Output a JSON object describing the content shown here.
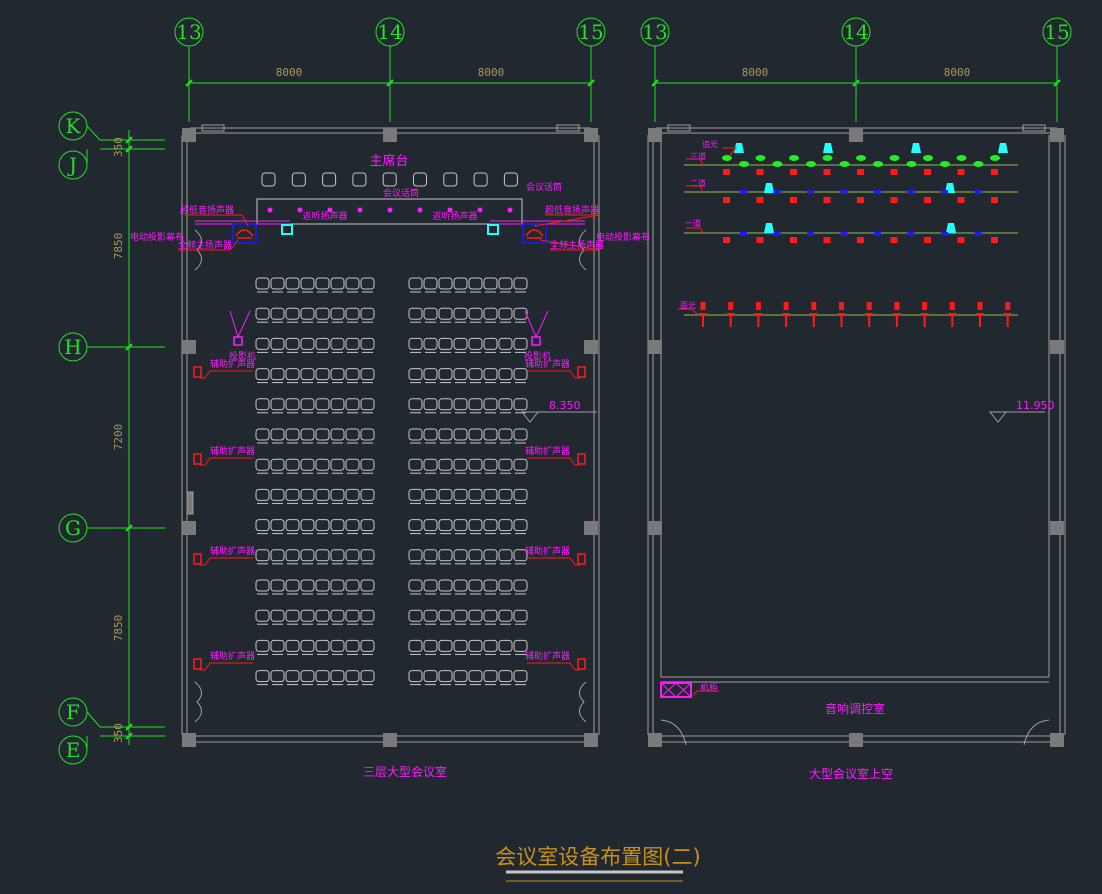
{
  "title": "会议室设备布置图(二)",
  "colors": {
    "background": "#212830",
    "axis": "#22e022",
    "dimension": "#a89a5a",
    "wall": "#a0a0a0",
    "column": "#7a7a7a",
    "annotation": "#ff1aff",
    "speaker": "#ff1a1a",
    "light_green": "#22ee22",
    "light_blue": "#1a1aff",
    "light_cyan": "#22ffff",
    "truss": "#6e8a40",
    "title": "#c8901c"
  },
  "axes": {
    "vertical_left": [
      "13",
      "14",
      "15"
    ],
    "vertical_right": [
      "13",
      "14",
      "15"
    ],
    "horizontal": [
      "K",
      "J",
      "H",
      "G",
      "F",
      "E"
    ]
  },
  "dimensions": {
    "horizontal_left": [
      "8000",
      "8000"
    ],
    "horizontal_right": [
      "8000",
      "8000"
    ],
    "vertical": [
      "350",
      "7850",
      "7200",
      "7850",
      "350"
    ]
  },
  "left_plan": {
    "name": "三层大型会议室",
    "stage_label": "主席台",
    "stage_chairs": 9,
    "seat_rows": 14,
    "seats_per_block": 8,
    "elevation": "8.350",
    "labels": {
      "side_fill_left": "超低音扬声器",
      "side_fill_right": "超低音扬声器",
      "main_speaker_left": "全频主扬声器",
      "main_speaker_right": "全频主扬声器",
      "screen_left": "电动投影幕布",
      "screen_right": "电动投影幕布",
      "monitor_left": "返听扬声器",
      "monitor_right": "返听扬声器",
      "mic_1": "会议话筒",
      "mic_2": "会议话筒",
      "projector_left": "投影机",
      "projector_right": "投影机",
      "aux_speaker": "辅助扩声器"
    },
    "aux_speaker_count_per_side": 4
  },
  "right_plan": {
    "name": "大型会议室上空",
    "control_room": "音响调控室",
    "cabinet_label": "机柜",
    "elevation": "11.950",
    "truss_labels": {
      "follow_spot": "追光",
      "third": "三道",
      "second": "二道",
      "first": "一道",
      "face": "面光"
    }
  }
}
